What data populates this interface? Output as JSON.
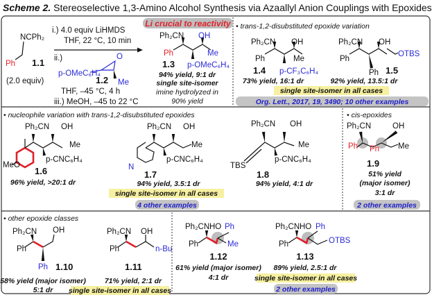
{
  "title": {
    "prefix": "Scheme 2.",
    "text": "Stereoselective 1,3-Amino Alcohol Synthesis via Azaallyl Anion Couplings with Epoxides"
  },
  "reaction": {
    "sm": {
      "label": "NCPh₂",
      "ph": "Ph",
      "id": "1.1",
      "equiv": "(2.0 equiv)"
    },
    "conditions": [
      "i.) 4.0 equiv LiHMDS",
      "THF, 22 °C, 10 min",
      "ii.)",
      "THF, –45 °C, 4 h",
      "iii.) MeOH, –45 to 22 °C"
    ],
    "epoxide": {
      "aryl": "p-OMeC₆H₄",
      "o": "O",
      "me": "Me",
      "id": "1.2"
    },
    "highlight": "Li crucial to reactivity",
    "product": {
      "n": "Ph₂CN",
      "oh": "OH",
      "ph": "Ph",
      "me": "Me",
      "aryl": "p-OMeC₆H₄",
      "id": "1.3",
      "result": "94% yield, 9:1 dr",
      "note": "single site-isomer",
      "extra1": "imine hydrolyzed in",
      "extra2": "90% yield"
    }
  },
  "trans_panel": {
    "header": "• trans-1,2-disubstituted epoxide variation",
    "c14": {
      "n": "Ph₂CN",
      "oh": "OH",
      "ph": "Ph",
      "me": "Me",
      "aryl": "p-CF₃C₆H₄",
      "id": "1.4",
      "result": "73% yield, 16:1 dr"
    },
    "c15": {
      "n": "Ph₂CN",
      "oh": "OH",
      "ph": "Ph",
      "ph2": "Ph",
      "otbs": "OTBS",
      "id": "1.5",
      "result": "92% yield, 13.5:1 dr"
    },
    "note": "single site-isomer in all cases",
    "ref": "Org. Lett., 2017, 19, 3490; 10 other examples"
  },
  "nucleophile_panel": {
    "header": "• nucleophile variation with trans-1,2-disubstituted epoxides",
    "c16": {
      "n": "Ph₂CN",
      "oh": "OH",
      "meo": "MeO",
      "me": "Me",
      "aryl": "p-CNC₆H₄",
      "id": "1.6",
      "result": "96% yield, >20:1 dr"
    },
    "c17": {
      "n": "Ph₂CN",
      "oh": "OH",
      "pyn": "N",
      "me": "Me",
      "aryl": "p-CNC₆H₄",
      "id": "1.7",
      "result": "94% yield, 3.5:1 dr"
    },
    "c18": {
      "n": "Ph₂CN",
      "oh": "OH",
      "tbs": "TBS",
      "me": "Me",
      "aryl": "p-CNC₆H₄",
      "id": "1.8",
      "result": "94% yield, 4:1 dr"
    },
    "note": "single site-isomer in all cases",
    "more": "4 other examples"
  },
  "cis_panel": {
    "header": "• cis-epoxides",
    "c19": {
      "n": "Ph₂CN",
      "oh": "OH",
      "ph": "Ph",
      "ph2": "Ph",
      "me": "Me",
      "id": "1.9",
      "result": "51% yield",
      "result2": "(major isomer)",
      "dr": "3:1 dr"
    },
    "more": "2 other examples"
  },
  "other_panel": {
    "header": "• other epoxide classes",
    "c110": {
      "n": "Ph₂CN",
      "oh": "OH",
      "ph": "Ph",
      "ph2": "Ph",
      "id": "1.10",
      "result": "58% yield (major isomer)",
      "dr": "5:1 dr"
    },
    "c111": {
      "n": "Ph₂CN",
      "oh": "OH",
      "ph": "Ph",
      "nbu": "n-Bu",
      "id": "1.11",
      "result": "71% yield, 2:1 dr"
    },
    "note1": "single site-isomer in all cases",
    "c112": {
      "n": "Ph₂CN",
      "ho": "HO",
      "ph": "Ph",
      "ph2": "Ph",
      "me": "Me",
      "id": "1.12",
      "result": "61% yield (major isomer)",
      "dr": "4:1 dr"
    },
    "c113": {
      "n": "Ph₂CN",
      "ho": "HO",
      "ph": "Ph",
      "ph2": "Ph",
      "otbs": "OTBS",
      "id": "1.13",
      "result": "89% yield, 2.5:1 dr"
    },
    "note2": "single site-isomer in all cases",
    "more": "2 other examples"
  }
}
